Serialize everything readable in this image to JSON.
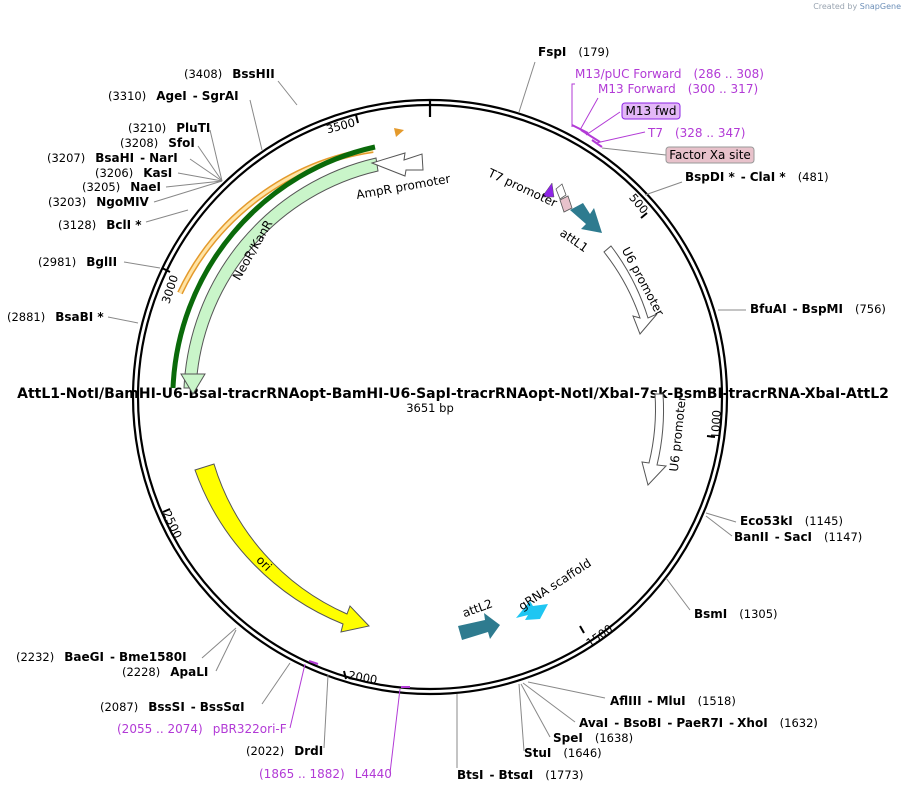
{
  "credit": {
    "prefix": "Created by",
    "brand": "SnapGene"
  },
  "title": "AttL1-NotI/BamHI-U6-BsaI-tracrRNAopt-BamHI-U6-SapI-tracrRNAopt-NotI/XbaI-7sk-BsmBI-tracrRNA-XbaI-AttL2",
  "length": "3651 bp",
  "ticks": [
    "500",
    "1000",
    "1500",
    "2000",
    "2500",
    "3000",
    "3500"
  ],
  "features": {
    "ampr_promoter": "AmpR promoter",
    "neor": "NeoR/KanR",
    "t7_promoter": "T7 promoter",
    "attl1": "attL1",
    "u6_promoter_1": "U6 promoter",
    "u6_promoter_2": "U6 promoter",
    "ori": "ori",
    "attl2": "attL2",
    "grna_scaffold": "gRNA scaffold"
  },
  "right_labels": [
    {
      "name": "FspI",
      "pos": "(179)"
    },
    {
      "primer": "M13/pUC Forward",
      "pos": "(286 .. 308)"
    },
    {
      "primer": "M13 Forward",
      "pos": "(300 .. 317)"
    },
    {
      "box": "M13 fwd"
    },
    {
      "primer": "T7",
      "pos": "(328 .. 347)"
    },
    {
      "box": "Factor Xa site"
    },
    {
      "name": "BspDI *",
      "sep": "-",
      "name2": "ClaI *",
      "pos": "(481)"
    },
    {
      "name": "BfuAI",
      "sep": "-",
      "name2": "BspMI",
      "pos": "(756)"
    },
    {
      "name": "Eco53kI",
      "pos": "(1145)"
    },
    {
      "name": "BanII",
      "sep": "-",
      "name2": "SacI",
      "pos": "(1147)"
    },
    {
      "name": "BsmI",
      "pos": "(1305)"
    },
    {
      "name": "AflIII",
      "sep": "-",
      "name2": "MluI",
      "pos": "(1518)"
    },
    {
      "name": "AvaI",
      "sep": "-",
      "name2": "BsoBI",
      "sep2": "-",
      "name3": "PaeR7I",
      "sep3": "-",
      "name4": "XhoI",
      "pos": "(1632)"
    },
    {
      "name": "SpeI",
      "pos": "(1638)"
    },
    {
      "name": "StuI",
      "pos": "(1646)"
    },
    {
      "name": "BtsI",
      "sep": "-",
      "name2": "BtsαI",
      "pos": "(1773)"
    }
  ],
  "left_labels": [
    {
      "pos": "(3408)",
      "name": "BssHII"
    },
    {
      "pos": "(3310)",
      "name": "AgeI",
      "sep": "-",
      "name2": "SgrAI"
    },
    {
      "pos": "(3210)",
      "name": "PluTI"
    },
    {
      "pos": "(3208)",
      "name": "SfoI"
    },
    {
      "pos": "(3207)",
      "name": "BsaHI",
      "sep": "-",
      "name2": "NarI"
    },
    {
      "pos": "(3206)",
      "name": "KasI"
    },
    {
      "pos": "(3205)",
      "name": "NaeI"
    },
    {
      "pos": "(3203)",
      "name": "NgoMIV"
    },
    {
      "pos": "(3128)",
      "name": "BclI *"
    },
    {
      "pos": "(2981)",
      "name": "BglII"
    },
    {
      "pos": "(2881)",
      "name": "BsaBI *"
    },
    {
      "pos": "(2232)",
      "name": "BaeGI",
      "sep": "-",
      "name2": "Bme1580I"
    },
    {
      "pos": "(2228)",
      "name": "ApaLI"
    },
    {
      "pos": "(2087)",
      "name": "BssSI",
      "sep": "-",
      "name2": "BssSαI"
    },
    {
      "pos": "(2055 .. 2074)",
      "primer": "pBR322ori-F"
    },
    {
      "pos": "(2022)",
      "name": "DrdI"
    },
    {
      "pos": "(1865 .. 1882)",
      "primer": "L4440"
    }
  ],
  "colors": {
    "primer": "#b23ad6",
    "feature_teal": "#2e7b8f",
    "ori": "#ffff00",
    "neor": "#c9f5c9",
    "aqua": "#1fc6f2",
    "factor_xa_fill": "#e8c2cb",
    "m13_box_fill": "#e3b8f7"
  }
}
